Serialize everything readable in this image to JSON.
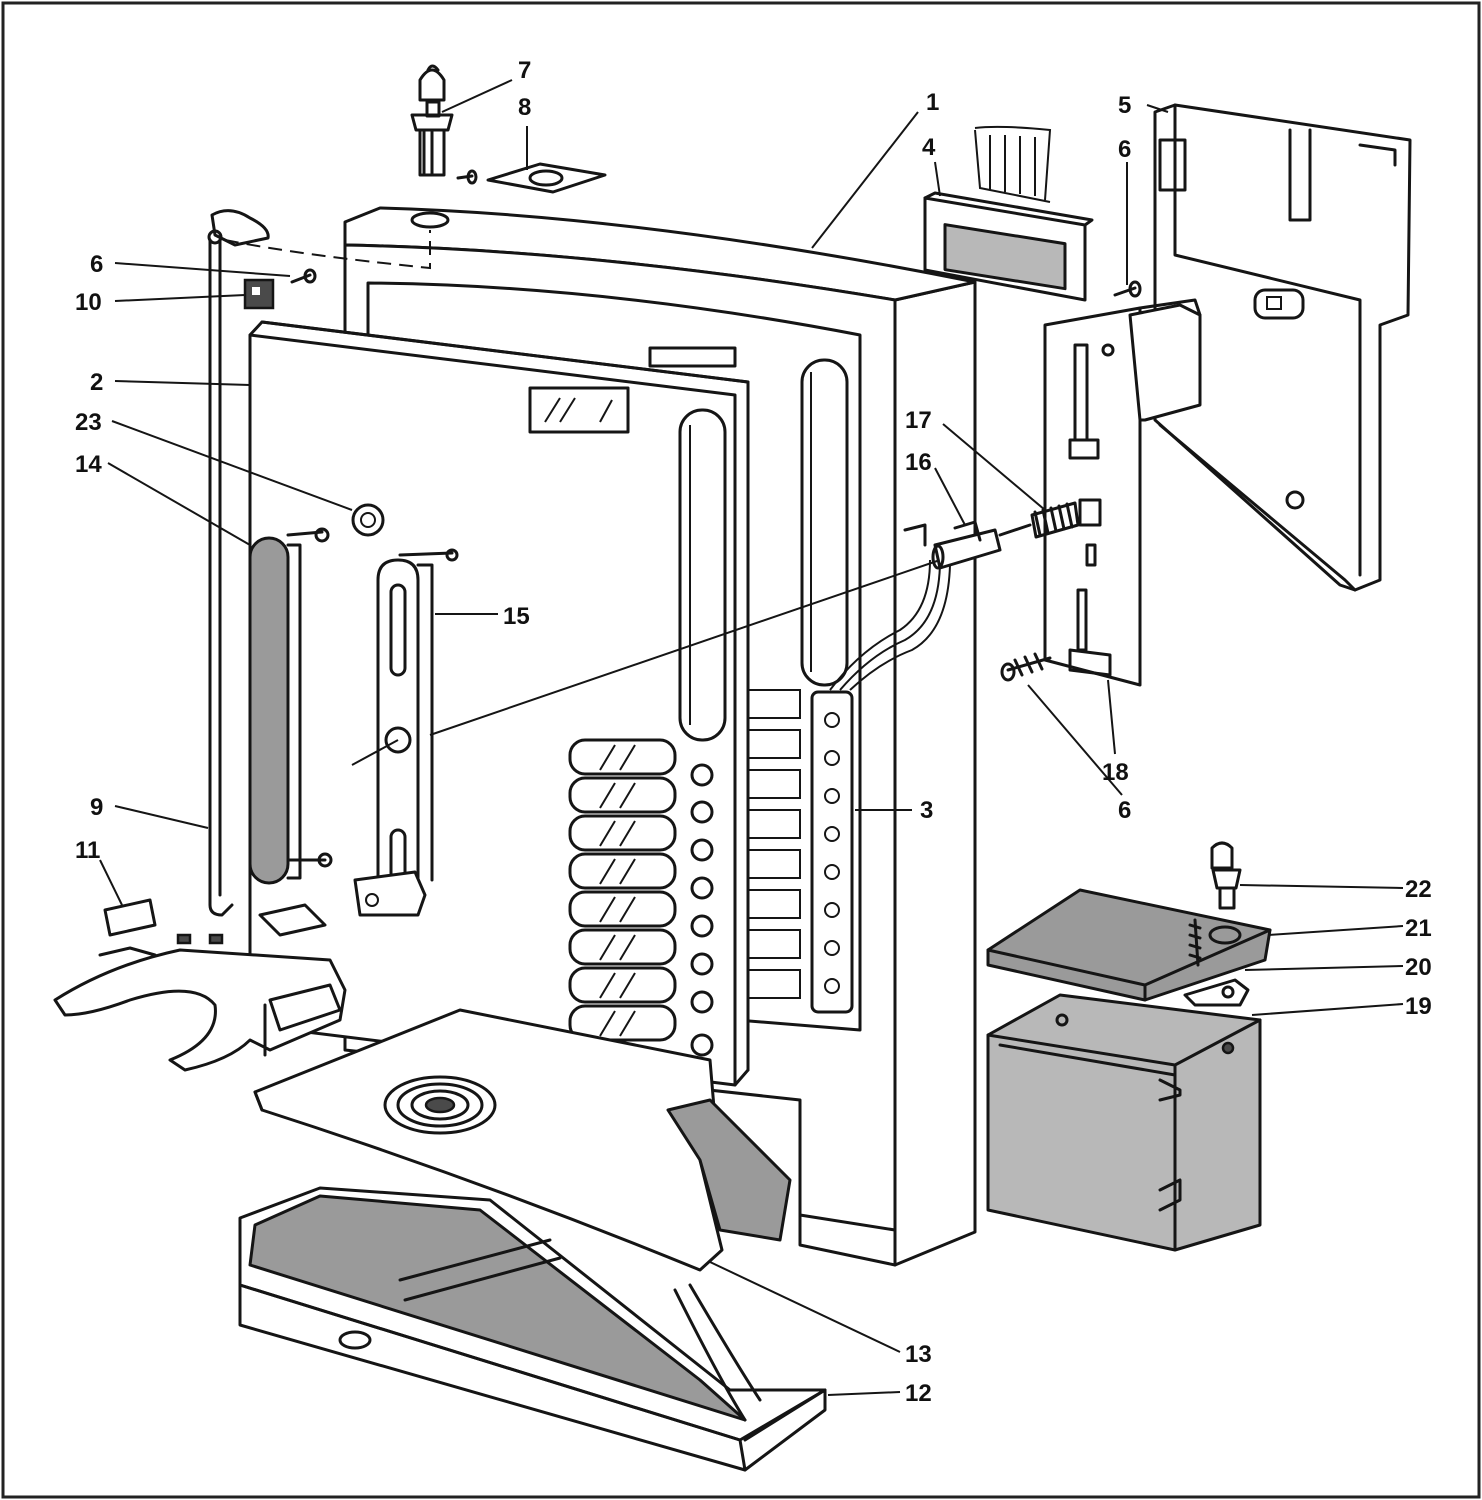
{
  "diagram": {
    "part_labels": [
      {
        "id": "p1",
        "text": "1"
      },
      {
        "id": "p2",
        "text": "2"
      },
      {
        "id": "p3",
        "text": "3"
      },
      {
        "id": "p4",
        "text": "4"
      },
      {
        "id": "p5",
        "text": "5"
      },
      {
        "id": "p6a",
        "text": "6"
      },
      {
        "id": "p6b",
        "text": "6"
      },
      {
        "id": "p6c",
        "text": "6"
      },
      {
        "id": "p7",
        "text": "7"
      },
      {
        "id": "p8",
        "text": "8"
      },
      {
        "id": "p9",
        "text": "9"
      },
      {
        "id": "p10",
        "text": "10"
      },
      {
        "id": "p11",
        "text": "11"
      },
      {
        "id": "p12",
        "text": "12"
      },
      {
        "id": "p13",
        "text": "13"
      },
      {
        "id": "p14",
        "text": "14"
      },
      {
        "id": "p15",
        "text": "15"
      },
      {
        "id": "p16",
        "text": "16"
      },
      {
        "id": "p17",
        "text": "17"
      },
      {
        "id": "p18",
        "text": "18"
      },
      {
        "id": "p19",
        "text": "19"
      },
      {
        "id": "p20",
        "text": "20"
      },
      {
        "id": "p21",
        "text": "21"
      },
      {
        "id": "p22",
        "text": "22"
      },
      {
        "id": "p23",
        "text": "23"
      }
    ]
  }
}
